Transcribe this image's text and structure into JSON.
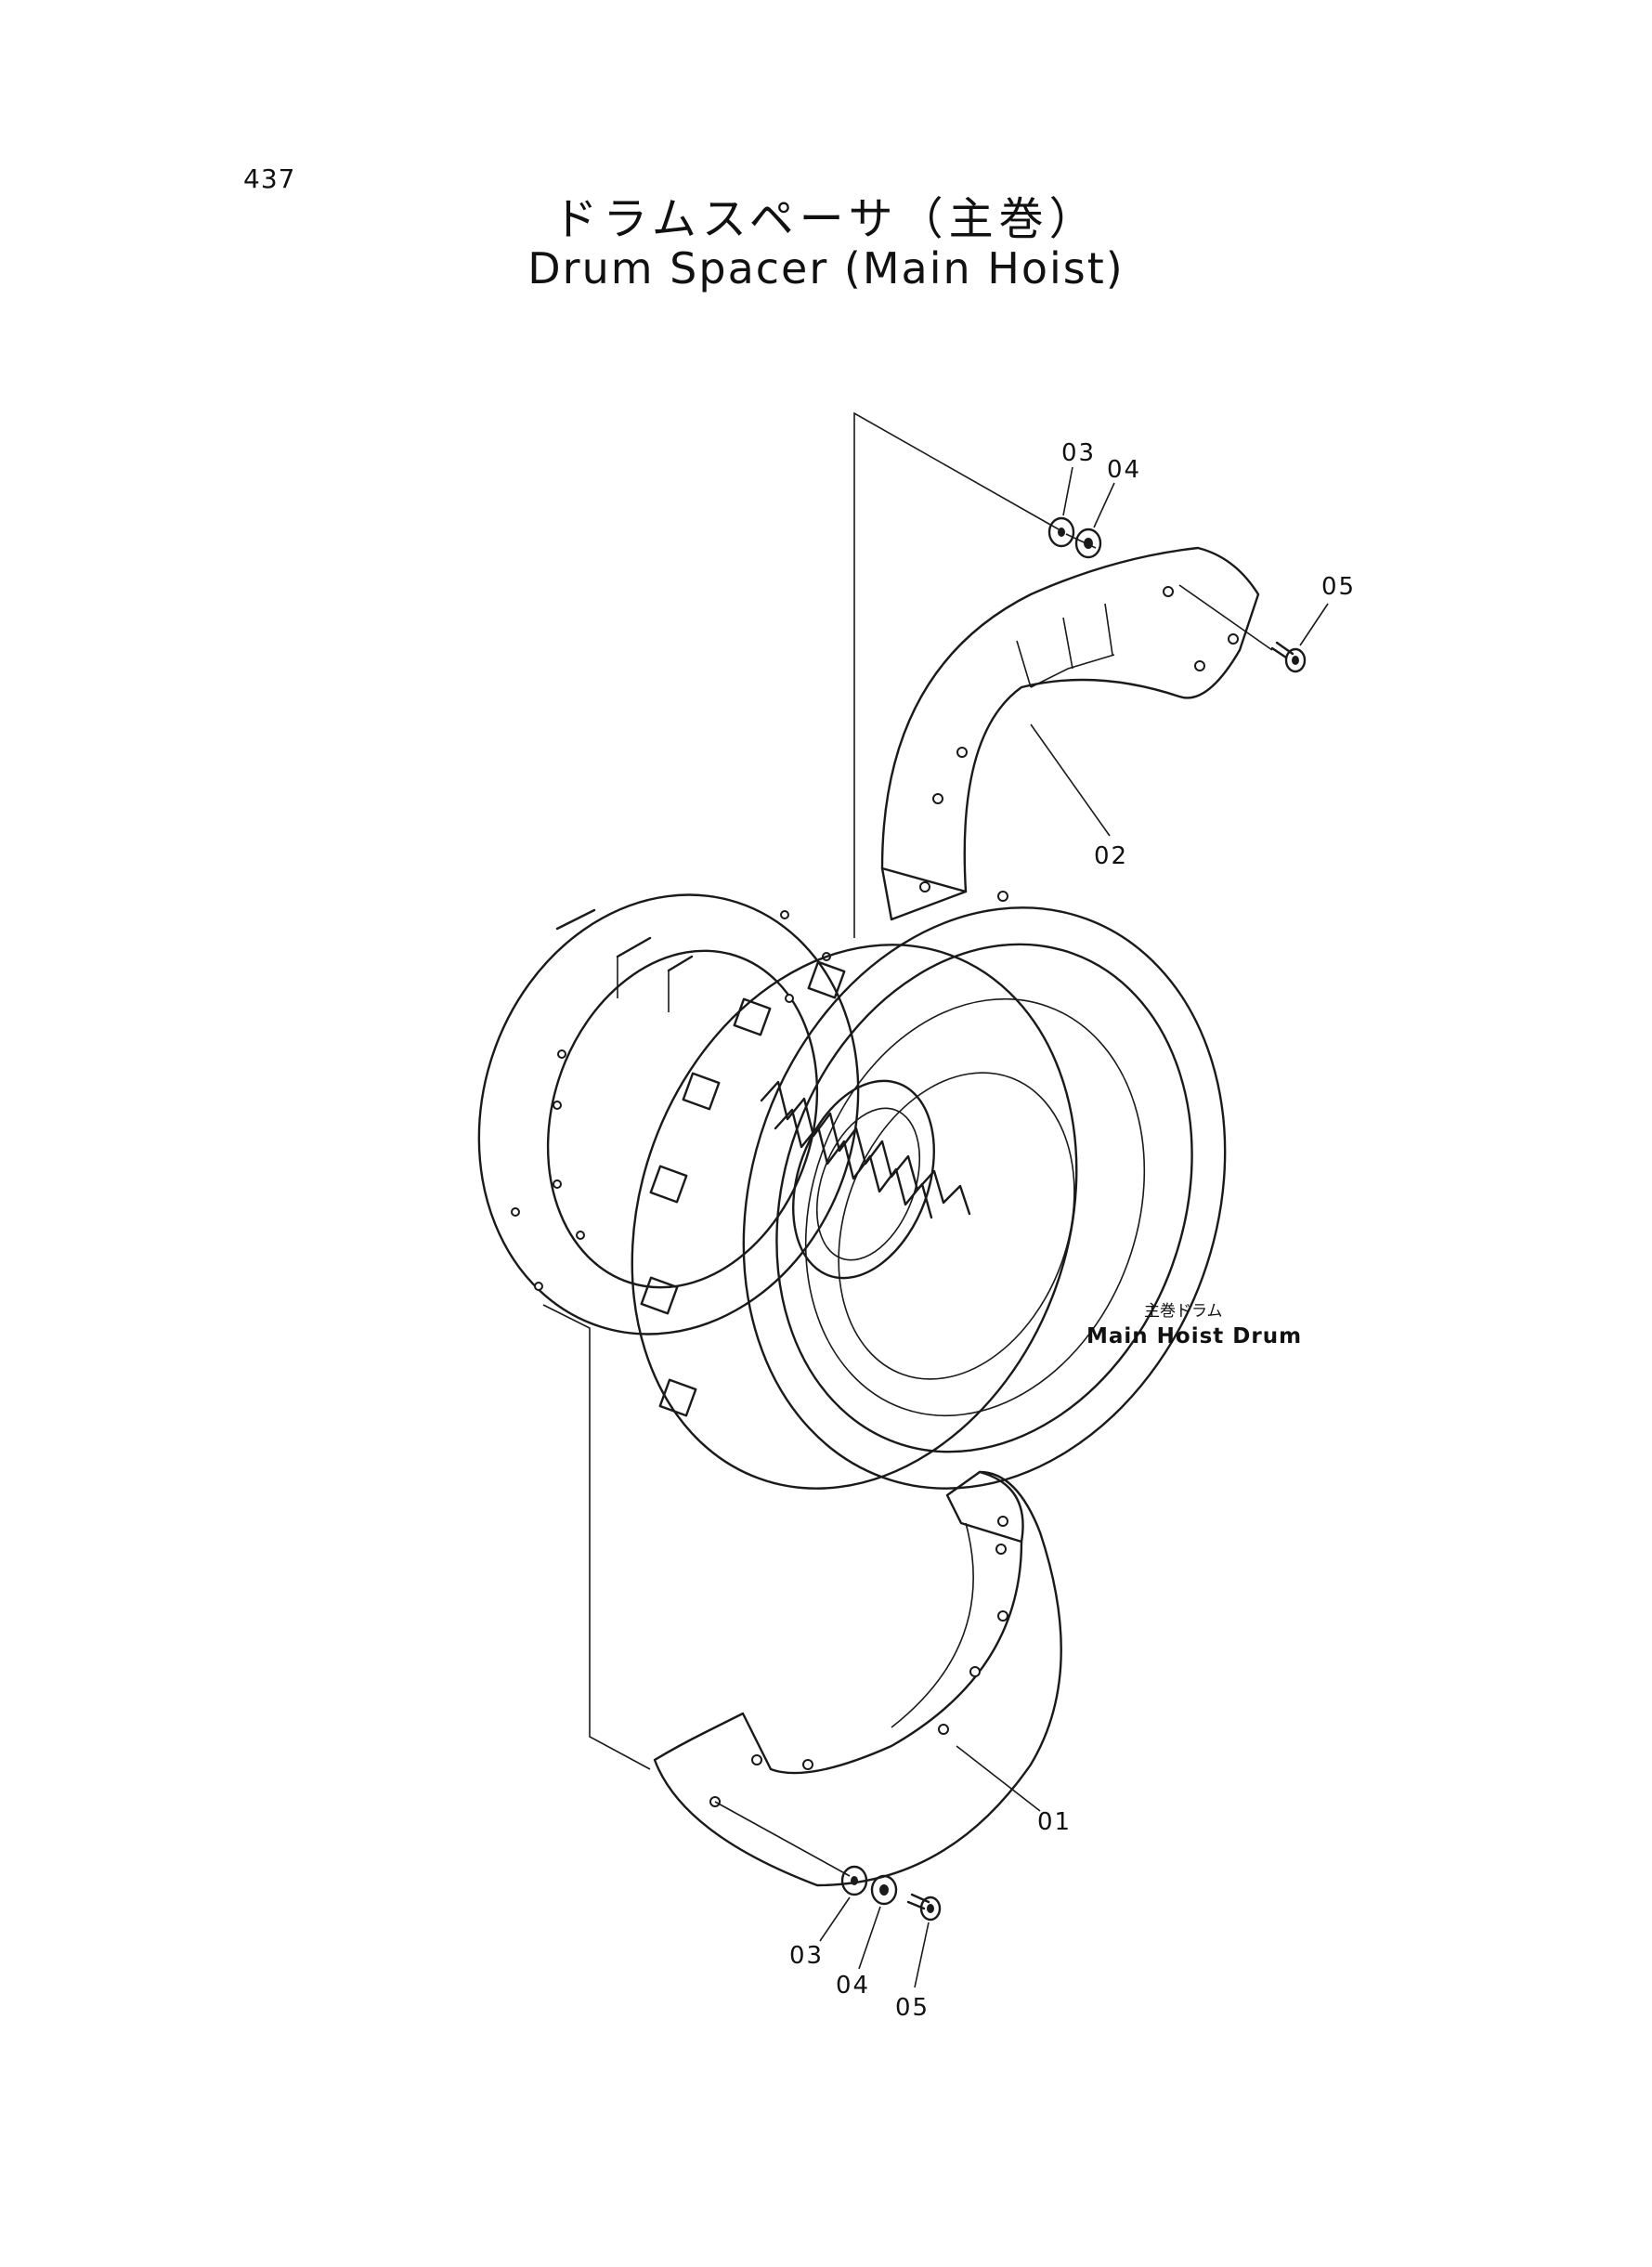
{
  "page_number": "437",
  "title_jp": "ドラムスペーサ（主巻）",
  "title_en": "Drum Spacer (Main Hoist)",
  "drum_label": {
    "jp": "主巻ドラム",
    "en": "Main Hoist Drum"
  },
  "callouts": {
    "upper_washer_03": "03",
    "upper_washer_04": "04",
    "upper_bolt_05": "05",
    "upper_spacer_02": "02",
    "lower_spacer_01": "01",
    "lower_washer_03": "03",
    "lower_washer_04": "04",
    "lower_bolt_05": "05"
  }
}
